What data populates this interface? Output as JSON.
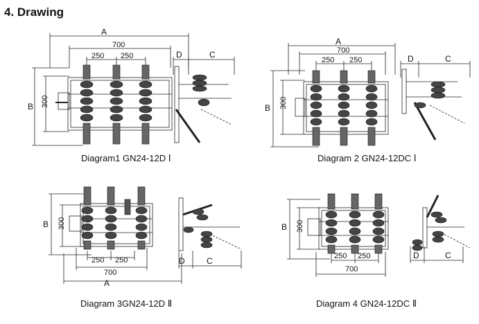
{
  "heading": "4. Drawing",
  "dims": {
    "A": "A",
    "B": "B",
    "C": "C",
    "D": "D",
    "width": "700",
    "pitch": "250",
    "height": "300"
  },
  "diagrams": [
    {
      "caption": "Diagram1  GN24-12D Ⅰ"
    },
    {
      "caption": "Diagram 2  GN24-12DC Ⅰ"
    },
    {
      "caption": "Diagram 3GN24-12D Ⅱ"
    },
    {
      "caption": "Diagram 4  GN24-12DC Ⅱ"
    }
  ]
}
